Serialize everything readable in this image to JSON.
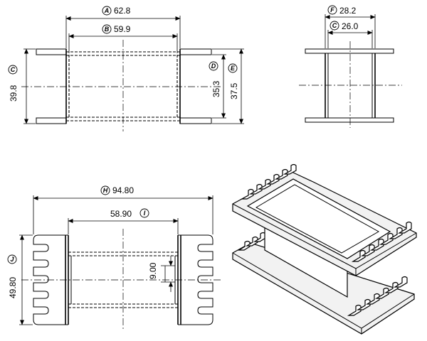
{
  "dimensions": {
    "A": {
      "letter": "A",
      "value": "62.8"
    },
    "B": {
      "letter": "B",
      "value": "59.9"
    },
    "C": {
      "letter": "C",
      "value": "39.8"
    },
    "D": {
      "letter": "D",
      "value": "35.3"
    },
    "E": {
      "letter": "E",
      "value": "37.5"
    },
    "F": {
      "letter": "F",
      "value": "28.2"
    },
    "G": {
      "letter": "C",
      "value": "26.0"
    },
    "H": {
      "letter": "H",
      "value": "94.80"
    },
    "I": {
      "letter": "I",
      "value": "58.90"
    },
    "J": {
      "letter": "J",
      "value": "49.80"
    },
    "K": {
      "value": "9.00"
    }
  }
}
